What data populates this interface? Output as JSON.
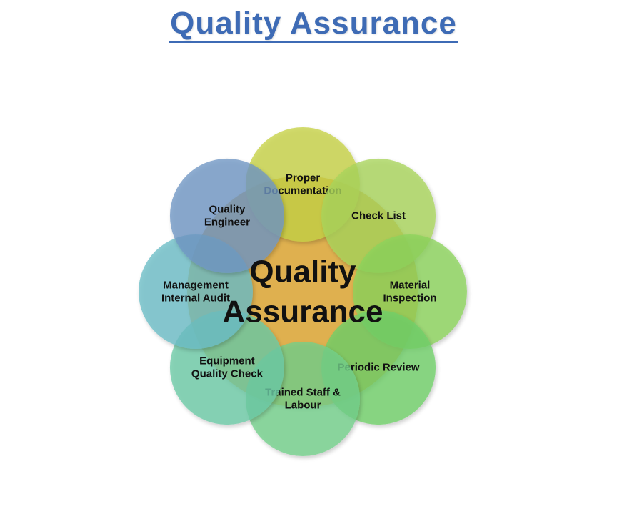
{
  "title": "Quality Assurance",
  "center": {
    "lines": [
      "Quality",
      "Assurance"
    ],
    "color": "#e0ad45"
  },
  "nodes": [
    {
      "id": "proper-documentation",
      "lines": [
        "Proper",
        "Documentation"
      ],
      "color": "#c7d246"
    },
    {
      "id": "check-list",
      "lines": [
        "Check List"
      ],
      "color": "#a9d55b"
    },
    {
      "id": "material-inspection",
      "lines": [
        "Material",
        "Inspection"
      ],
      "color": "#8cd35c"
    },
    {
      "id": "periodic-review",
      "lines": [
        "Periodic Review"
      ],
      "color": "#6fcf69"
    },
    {
      "id": "trained-staff-labour",
      "lines": [
        "Trained Staff &",
        "Labour"
      ],
      "color": "#72cf8a"
    },
    {
      "id": "equipment-quality-check",
      "lines": [
        "Equipment",
        "Quality Check"
      ],
      "color": "#6ccaa6"
    },
    {
      "id": "management-internal-audit",
      "lines": [
        "Management",
        "Internal Audit"
      ],
      "color": "#6bbec6"
    },
    {
      "id": "quality-engineer",
      "lines": [
        "Quality",
        "Engineer"
      ],
      "color": "#6f96c4"
    }
  ]
}
